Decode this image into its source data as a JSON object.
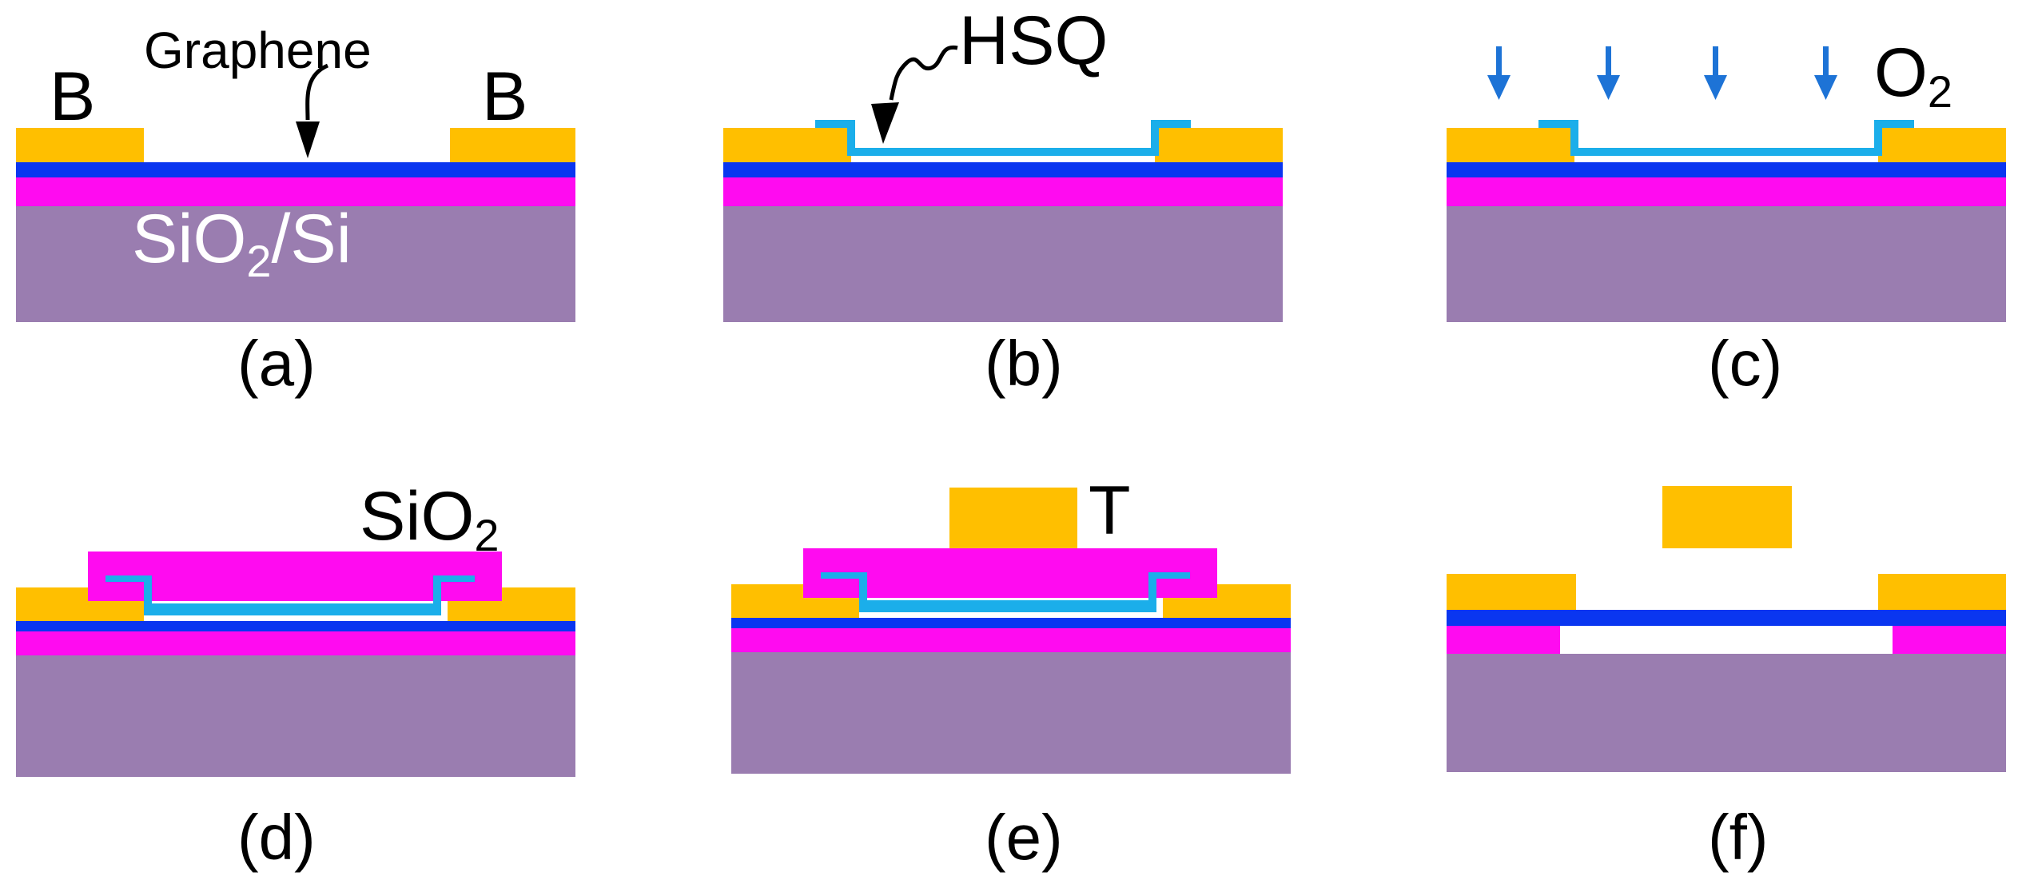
{
  "colors": {
    "gold": "#FFBF00",
    "graphene_blue": "#0A36F0",
    "hsq_cyan": "#1BAEEA",
    "oxide_magenta": "#FF0BF0",
    "silicon_purple": "#9A7DB0",
    "arrow_blue": "#1D73D6",
    "etched_cavity": "#FFFFFF"
  },
  "panels": {
    "a": {
      "caption": "(a)",
      "electrode_left": "B",
      "electrode_right": "B",
      "graphene_label": "Graphene",
      "substrate_main": "SiO",
      "substrate_sub": "2",
      "substrate_tail": "/Si"
    },
    "b": {
      "caption": "(b)",
      "hsq_label": "HSQ"
    },
    "c": {
      "caption": "(c)",
      "oxygen_main": "O",
      "oxygen_sub": "2"
    },
    "d": {
      "caption": "(d)",
      "oxide_main": "SiO",
      "oxide_sub": "2"
    },
    "e": {
      "caption": "(e)",
      "top_gate_label": "T"
    },
    "f": {
      "caption": "(f)"
    }
  }
}
